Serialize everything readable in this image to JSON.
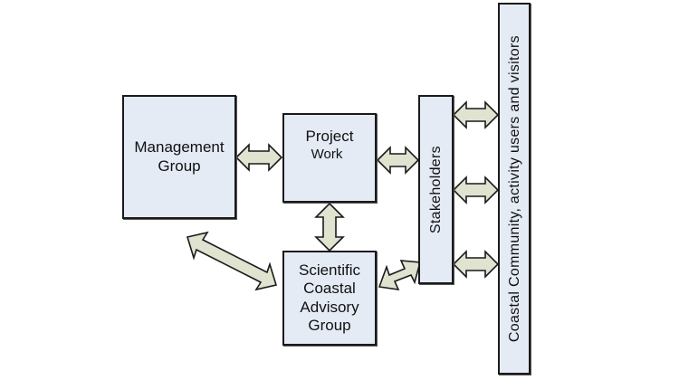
{
  "diagram": {
    "boxes": {
      "management": {
        "line1": "Management",
        "line2": "Group"
      },
      "project_work": {
        "line1": "Project",
        "line2": "Work"
      },
      "scientific": {
        "line1": "Scientific",
        "line2": "Coastal",
        "line3": "Advisory",
        "line4": "Group"
      },
      "stakeholders": {
        "label": "Stakeholders"
      },
      "coastal_community": {
        "label": "Coastal Community, activity users and visitors"
      }
    },
    "connections": [
      {
        "from": "Management Group",
        "to": "Project Work",
        "type": "bidirectional"
      },
      {
        "from": "Project Work",
        "to": "Scientific Coastal Advisory Group",
        "type": "bidirectional"
      },
      {
        "from": "Management Group",
        "to": "Scientific Coastal Advisory Group",
        "type": "bidirectional"
      },
      {
        "from": "Project Work",
        "to": "Stakeholders",
        "type": "bidirectional"
      },
      {
        "from": "Scientific Coastal Advisory Group",
        "to": "Stakeholders",
        "type": "bidirectional"
      },
      {
        "from": "Stakeholders",
        "to": "Coastal Community, activity users and visitors",
        "type": "bidirectional",
        "count": 3
      }
    ],
    "colors": {
      "box_fill": "#e4ebf5",
      "arrow_fill": "#dfe3cf",
      "outline": "#1a1a1a"
    }
  }
}
